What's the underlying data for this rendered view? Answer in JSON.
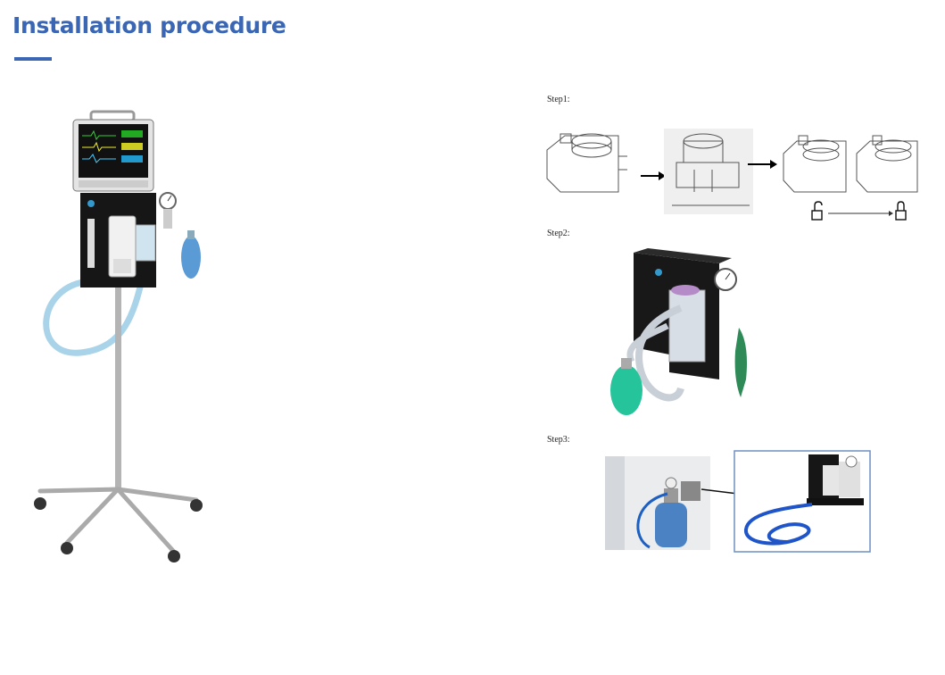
{
  "page": {
    "title": "Installation procedure",
    "accent_color": "#3a66b3"
  },
  "steps": [
    {
      "label": "Step1:"
    },
    {
      "label": "Step2:"
    },
    {
      "label": "Step3:"
    }
  ],
  "icons": [
    "unlocked-padlock-icon",
    "locked-padlock-icon",
    "arrow-right-icon"
  ]
}
